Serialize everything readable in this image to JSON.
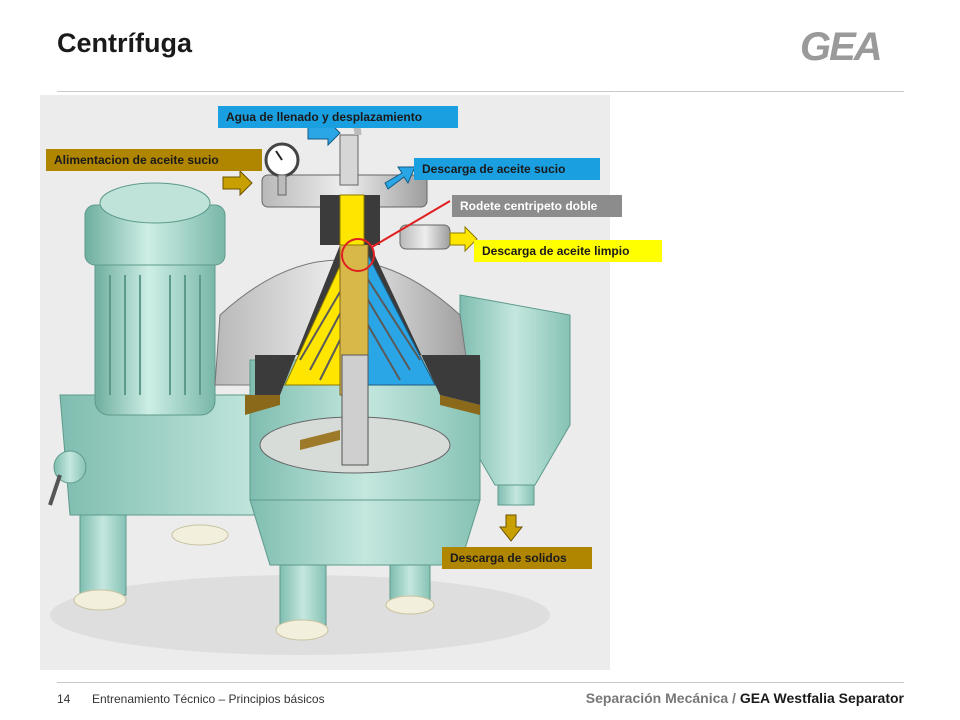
{
  "slide": {
    "title": "Centrífuga",
    "logo_text": "GEA"
  },
  "labels": {
    "agua": "Agua de llenado y desplazamiento",
    "alimentacion": "Alimentacion de aceite sucio",
    "descarga_sucio": "Descarga de aceite sucio",
    "rodete": "Rodete centripeto doble",
    "descarga_limpio": "Descarga de aceite limpio",
    "descarga_solidos": "Descarga de solidos"
  },
  "footer": {
    "page_number": "14",
    "course": "Entrenamiento Técnico – Principios básicos",
    "brand_left": "Separación Mecánica",
    "separator": " / ",
    "brand_right": "GEA Westfalia Separator"
  },
  "colors": {
    "label_blue": "#1a9fe0",
    "label_gold": "#b08500",
    "label_grey": "#8c8c8c",
    "label_yellow": "#ffff00",
    "machine_body": "#a9d8cc",
    "arrow_blue": "#2aa6e6",
    "arrow_gold": "#c8a000",
    "callout_red": "#e02020"
  },
  "icons": [
    "gea-logo-icon",
    "centrifuge-illustration",
    "flow-arrow-icon",
    "pressure-gauge-icon"
  ]
}
